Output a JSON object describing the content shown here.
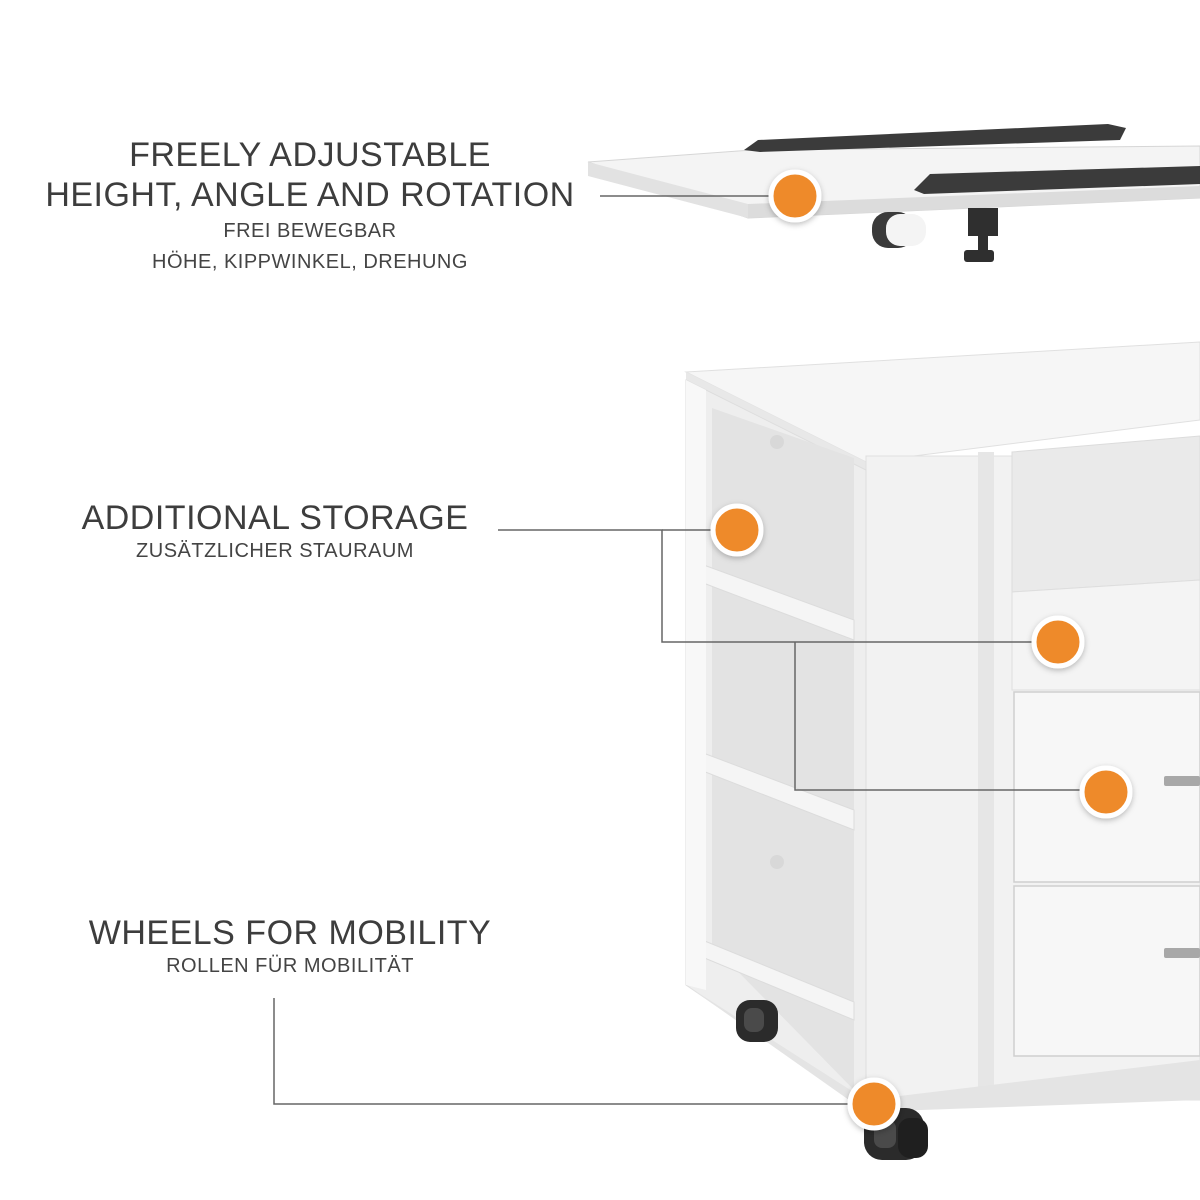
{
  "features": {
    "rotation": {
      "title_line1": "FREELY ADJUSTABLE",
      "title_line2": "HEIGHT, ANGLE AND ROTATION",
      "subtitle_line1": "FREI BEWEGBAR",
      "subtitle_line2": "HÖHE, KIPPWINKEL, DREHUNG"
    },
    "storage": {
      "title": "ADDITIONAL STORAGE",
      "subtitle": "ZUSÄTZLICHER STAURAUM"
    },
    "wheels": {
      "title": "WHEELS FOR MOBILITY",
      "subtitle": "ROLLEN FÜR MOBILITÄT"
    }
  },
  "colors": {
    "marker": "#ee8a2a",
    "marker_ring": "#ffffff",
    "leader_line": "#666666",
    "furniture": "#f2f2f2",
    "rail": "#3a3a3a"
  }
}
